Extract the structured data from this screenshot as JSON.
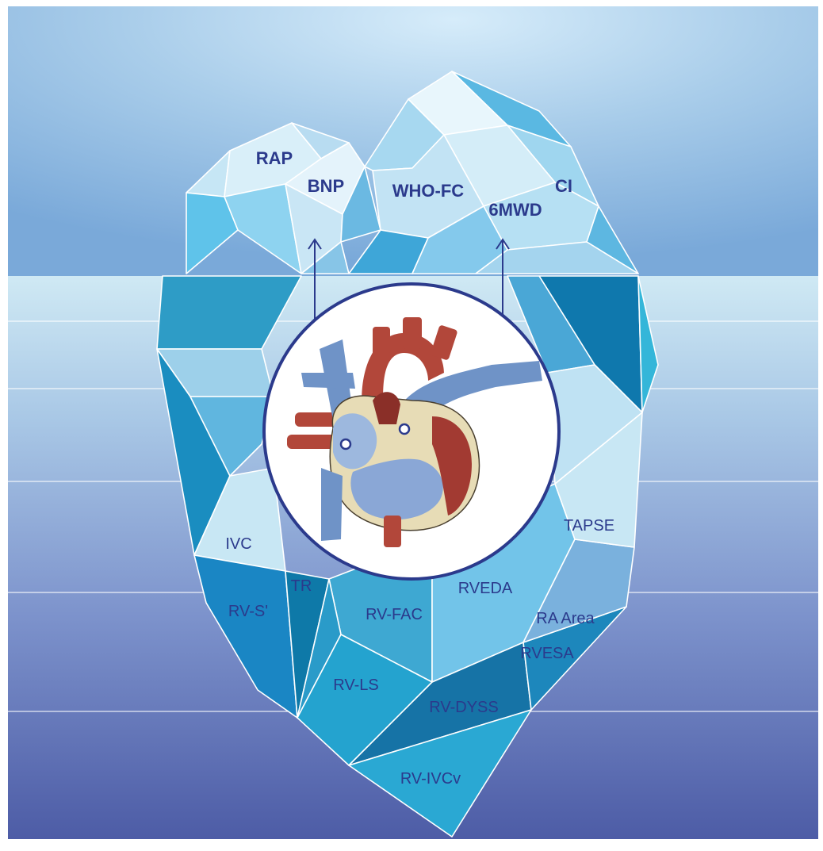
{
  "colors": {
    "sky_top": "#bfe0f4",
    "sky_bottom": "#79a8d8",
    "sea_top": "#cde8f3",
    "sea_bottom": "#4f5fa8",
    "label": "#2b3a8c",
    "heart_red": "#b2473a",
    "heart_blue": "#6f93c7",
    "heart_tissue": "#e7dcb6",
    "circle_border": "#2b3a8c"
  },
  "labels_above_water": [
    "RAP",
    "BNP",
    "WHO-FC",
    "CI",
    "6MWD"
  ],
  "labels_below_water": [
    "IVC",
    "TR",
    "RV-S'",
    "RV-FAC",
    "RVEDA",
    "TAPSE",
    "RA Area",
    "RVESA",
    "RV-LS",
    "RV-DYSS",
    "RV-IVCv"
  ],
  "center_illustration": "heart-cross-section"
}
